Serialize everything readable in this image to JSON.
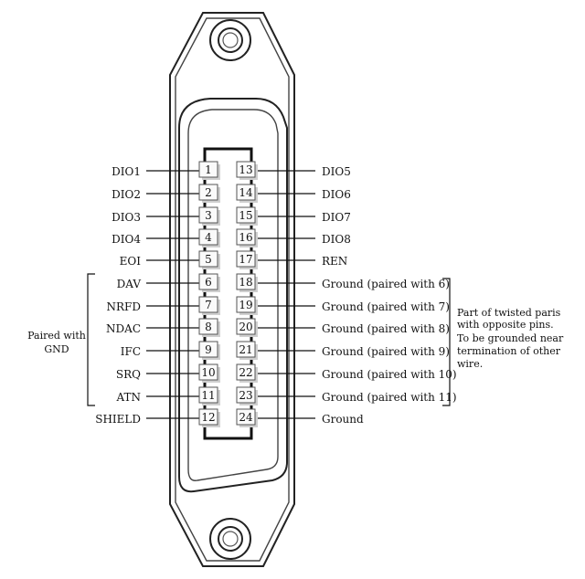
{
  "left_pins": [
    {
      "num": "1",
      "label": "DIO1"
    },
    {
      "num": "2",
      "label": "DIO2"
    },
    {
      "num": "3",
      "label": "DIO3"
    },
    {
      "num": "4",
      "label": "DIO4"
    },
    {
      "num": "5",
      "label": "EOI"
    },
    {
      "num": "6",
      "label": "DAV"
    },
    {
      "num": "7",
      "label": "NRFD"
    },
    {
      "num": "8",
      "label": "NDAC"
    },
    {
      "num": "9",
      "label": "IFC"
    },
    {
      "num": "10",
      "label": "SRQ"
    },
    {
      "num": "11",
      "label": "ATN"
    },
    {
      "num": "12",
      "label": "SHIELD"
    }
  ],
  "right_pins": [
    {
      "num": "13",
      "label": "DIO5"
    },
    {
      "num": "14",
      "label": "DIO6"
    },
    {
      "num": "15",
      "label": "DIO7"
    },
    {
      "num": "16",
      "label": "DIO8"
    },
    {
      "num": "17",
      "label": "REN"
    },
    {
      "num": "18",
      "label": "Ground (paired with 6)"
    },
    {
      "num": "19",
      "label": "Ground (paired with 7)"
    },
    {
      "num": "20",
      "label": "Ground (paired with 8)"
    },
    {
      "num": "21",
      "label": "Ground (paired with 9)"
    },
    {
      "num": "22",
      "label": "Ground (paired with 10)"
    },
    {
      "num": "23",
      "label": "Ground (paired with 11)"
    },
    {
      "num": "24",
      "label": "Ground"
    }
  ],
  "left_note": [
    "Paired with",
    "GND"
  ],
  "right_note": [
    "Part of  twisted paris",
    "with opposite pins.",
    "To be grounded near",
    "termination of other",
    "wire."
  ]
}
